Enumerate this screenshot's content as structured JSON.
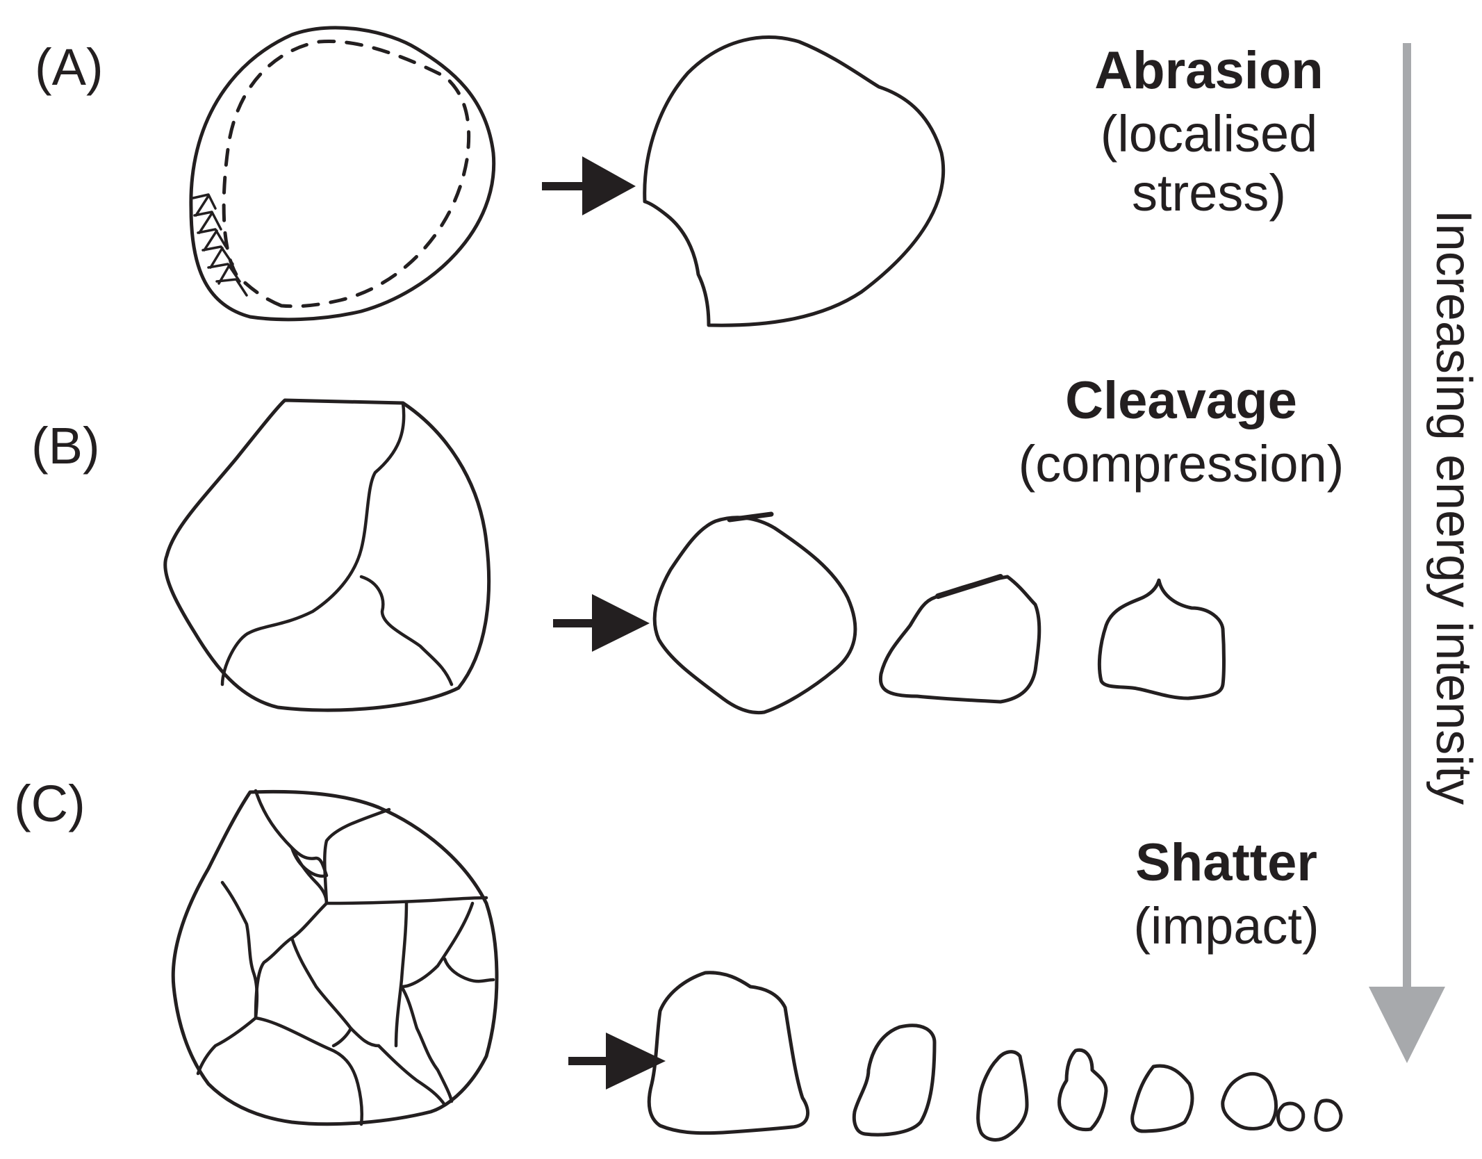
{
  "rows": [
    {
      "label": "(A)",
      "mechanism": "Abrasion",
      "description": "(localised stress)"
    },
    {
      "label": "(B)",
      "mechanism": "Cleavage",
      "description": "(compression)"
    },
    {
      "label": "(C)",
      "mechanism": "Shatter",
      "description": "(impact)"
    }
  ],
  "axis_label": "Increasing energy intensity",
  "colors": {
    "outline": "#231f20",
    "arrow_gray": "#a7a9ac",
    "background": "#ffffff"
  }
}
